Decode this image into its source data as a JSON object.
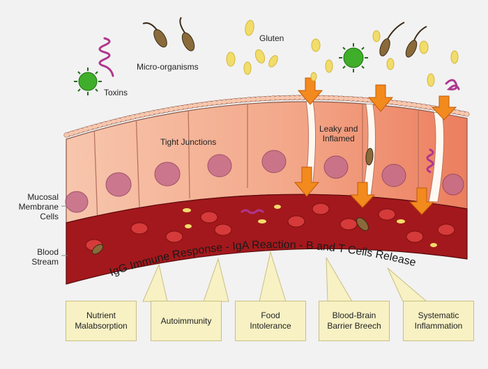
{
  "labels": {
    "gluten": "Gluten",
    "micro_organisms": "Micro-organisms",
    "toxins": "Toxins",
    "tight_junctions": "Tight Junctions",
    "leaky_inflamed": [
      "Leaky and",
      "Inflamed"
    ],
    "mucosal": [
      "Mucosal",
      "Membrane",
      "Cells"
    ],
    "blood": [
      "Blood",
      "Stream"
    ],
    "response": "IgG Immune Response - IgA Reaction - B and T Cells Release"
  },
  "outcomes": [
    [
      "Nutrient",
      "Malabsorption"
    ],
    [
      "Autoimmunity"
    ],
    [
      "Food",
      "Intolerance"
    ],
    [
      "Blood-Brain",
      "Barrier Breech"
    ],
    [
      "Systematic",
      "Inflammation"
    ]
  ],
  "colors": {
    "cell": "#f4b49a",
    "cell_inflamed": "#ee8a6a",
    "nucleus": "#c46b8a",
    "blood": "#a3181c",
    "arrow": "#f28a1e",
    "box": "#f7f1c4",
    "virus": "#3fae2a",
    "gluten": "#f2dc6a",
    "bacteria": "#8a6a3a",
    "toxin": "#b0358f"
  }
}
